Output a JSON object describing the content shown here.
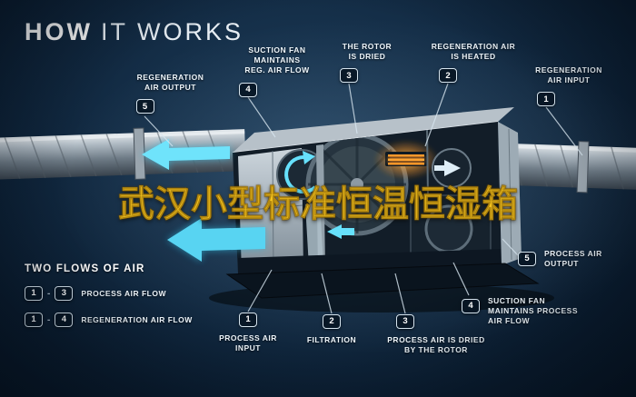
{
  "title": {
    "word_bold": "HOW",
    "word_light": "IT WORKS"
  },
  "overlay_title": "武汉小型标准恒温恒湿箱",
  "callouts_top": [
    {
      "num": "5",
      "label": "REGENERATION\nAIR OUTPUT"
    },
    {
      "num": "4",
      "label": "SUCTION FAN\nMAINTAINS\nREG. AIR FLOW"
    },
    {
      "num": "3",
      "label": "THE ROTOR\nIS DRIED"
    },
    {
      "num": "2",
      "label": "REGENERATION AIR\nIS HEATED"
    },
    {
      "num": "1",
      "label": "REGENERATION\nAIR INPUT"
    }
  ],
  "callouts_bottom": [
    {
      "num": "1",
      "label": "PROCESS AIR\nINPUT"
    },
    {
      "num": "2",
      "label": "FILTRATION"
    },
    {
      "num": "3",
      "label": "PROCESS AIR IS DRIED\nBY THE ROTOR"
    },
    {
      "num": "4",
      "label": "SUCTION FAN\nMAINTAINS PROCESS\nAIR FLOW"
    },
    {
      "num": "5",
      "label": "PROCESS AIR\nOUTPUT"
    }
  ],
  "legend": {
    "heading": "TWO FLOWS OF AIR",
    "separator": "-",
    "rows": [
      {
        "from": "1",
        "to": "3",
        "label": "PROCESS AIR FLOW"
      },
      {
        "from": "1",
        "to": "4",
        "label": "REGENERATION AIR FLOW"
      }
    ]
  },
  "colors": {
    "background": "#132c45",
    "accent_cyan": "#5fd8f5",
    "accent_orange": "#ff9b2e",
    "overlay_gold": "#f6c41d",
    "label_text": "#eef5fa"
  }
}
